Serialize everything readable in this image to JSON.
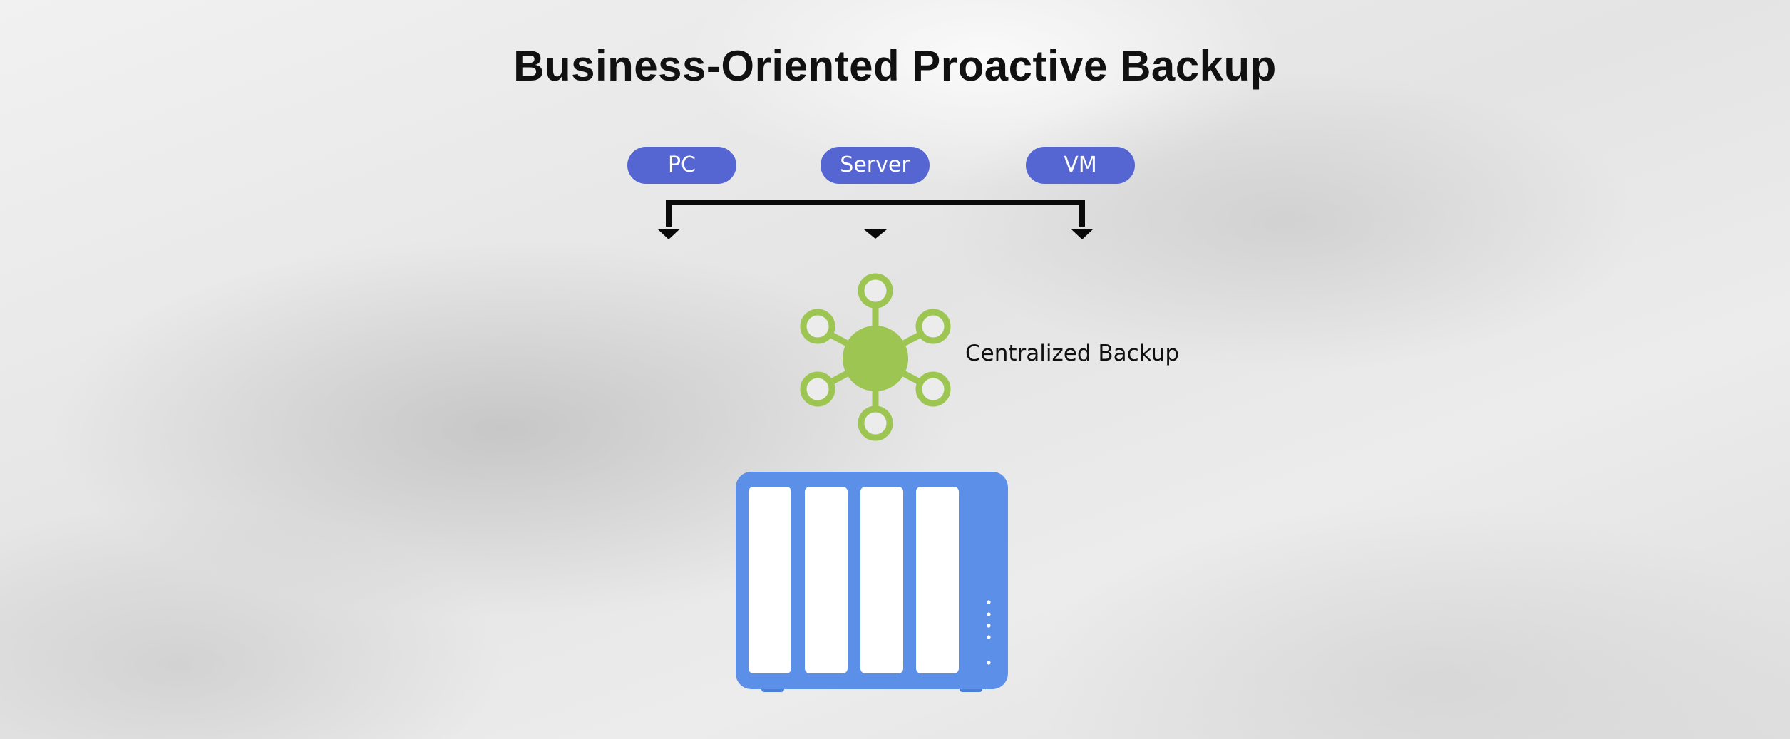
{
  "title": "Business-Oriented Proactive Backup",
  "sources": [
    {
      "key": "pc",
      "label": "PC"
    },
    {
      "key": "server",
      "label": "Server"
    },
    {
      "key": "vm",
      "label": "VM"
    }
  ],
  "hub": {
    "label": "Centralized Backup",
    "icon": "network-hub-icon",
    "color": "#9dc552"
  },
  "device": {
    "icon": "nas-device-icon",
    "color": "#5b8fe8",
    "drive_bays": 4
  },
  "colors": {
    "pill": "#5566d3",
    "connector": "#0a0a0a"
  }
}
